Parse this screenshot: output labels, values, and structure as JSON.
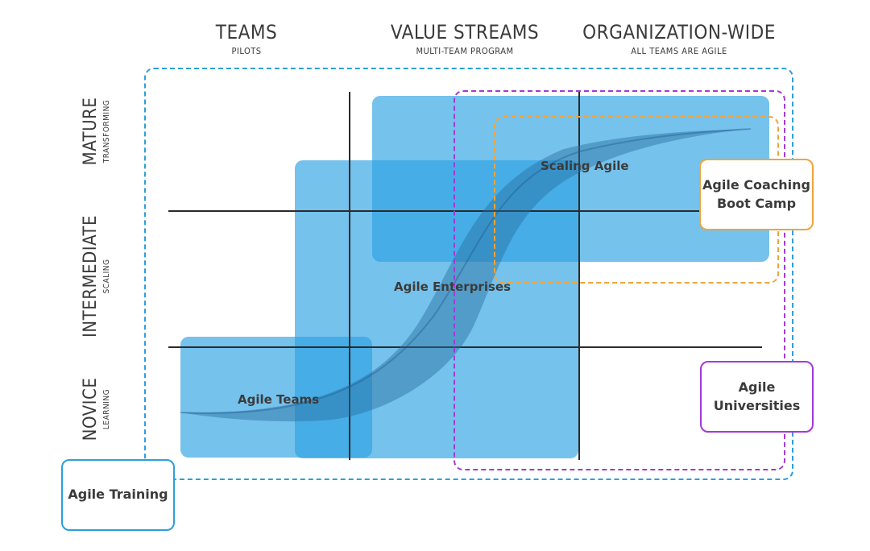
{
  "columns": [
    {
      "title": "TEAMS",
      "subtitle": "PILOTS"
    },
    {
      "title": "VALUE STREAMS",
      "subtitle": "MULTI-TEAM PROGRAM"
    },
    {
      "title": "ORGANIZATION-WIDE",
      "subtitle": "ALL TEAMS ARE AGILE"
    }
  ],
  "rows": [
    {
      "title": "MATURE",
      "subtitle": "TRANSFORMING"
    },
    {
      "title": "INTERMEDIATE",
      "subtitle": "SCALING"
    },
    {
      "title": "NOVICE",
      "subtitle": "LEARNING"
    }
  ],
  "blocks": {
    "agile_teams": "Agile Teams",
    "agile_enterprises": "Agile Enterprises",
    "scaling_agile": "Scaling Agile"
  },
  "callouts": {
    "agile_training": "Agile Training",
    "agile_coaching": "Agile Coaching\nBoot Camp",
    "agile_universities": "Agile\nUniversities"
  },
  "colors": {
    "block_fill": "#2da3e2",
    "training_border": "#2d9fd9",
    "coaching_border": "#f0a43a",
    "universities_border": "#a23ad6"
  }
}
